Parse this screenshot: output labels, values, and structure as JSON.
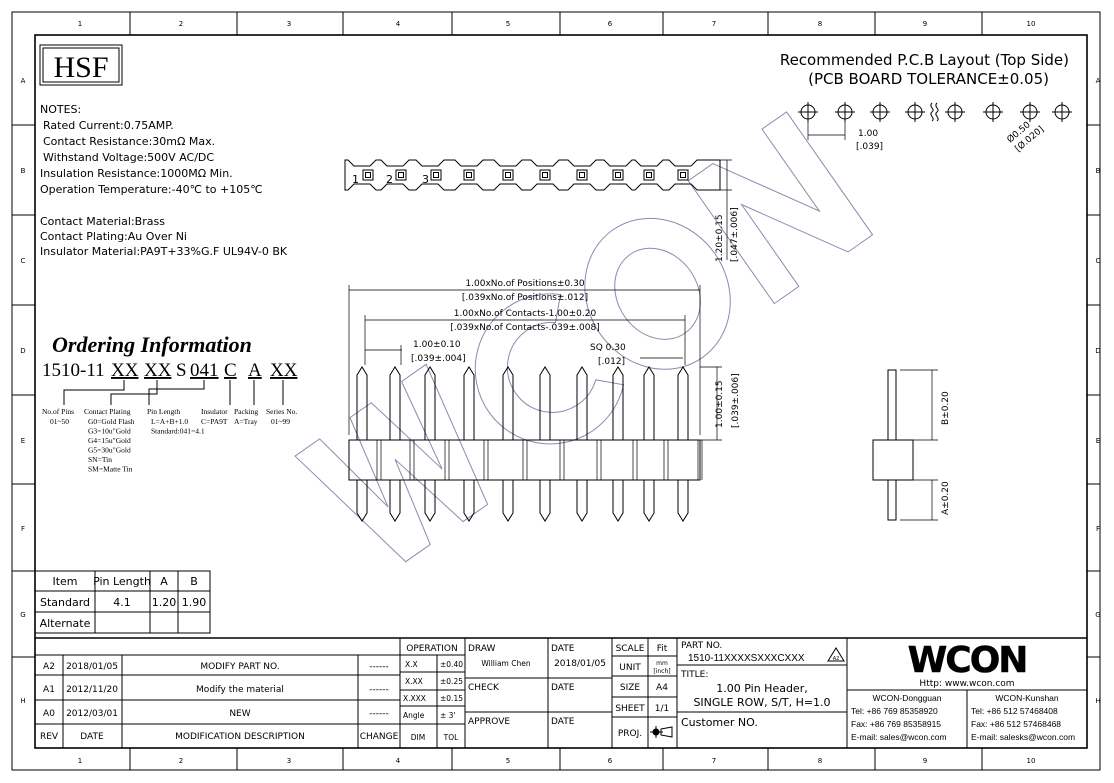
{
  "frame": {
    "columns": [
      "1",
      "2",
      "3",
      "4",
      "5",
      "6",
      "7",
      "8",
      "9",
      "10"
    ],
    "rows": [
      "A",
      "B",
      "C",
      "D",
      "E",
      "F",
      "G",
      "H"
    ]
  },
  "brand_box": "HSF",
  "notes": {
    "heading": "NOTES:",
    "lines": [
      "Rated Current:0.75AMP.",
      "Contact Resistance:30mΩ Max.",
      "Withstand Voltage:500V AC/DC",
      "Insulation Resistance:1000MΩ Min.",
      "Operation Temperature:-40℃ to +105℃"
    ],
    "materials": [
      "Contact Material:Brass",
      "Contact Plating:Au Over Ni",
      "Insulator Material:PA9T+33%G.F UL94V-0 BK"
    ]
  },
  "ordering": {
    "title": "Ordering Information",
    "code": {
      "prefix": "1510-11",
      "p1": "XX",
      "p2": "XX",
      "s": "S",
      "p3": "041",
      "p4": "C",
      "p5": "A",
      "p6": "XX"
    },
    "fields": [
      {
        "name": "No.of Pins",
        "values": [
          "01~50"
        ]
      },
      {
        "name": "Contact Plating",
        "values": [
          "G0=Gold Flash",
          "G3=10u\"Gold",
          "G4=15u\"Gold",
          "G5=30u\"Gold",
          "SN=Tin",
          "SM=Matte Tin"
        ]
      },
      {
        "name": "Pin Length",
        "values": [
          "L=A+B+1.0",
          "Standard:041=4.1"
        ]
      },
      {
        "name": "Insulator",
        "values": [
          "C=PA9T"
        ]
      },
      {
        "name": "Packing",
        "values": [
          "A=Tray"
        ]
      },
      {
        "name": "Series No.",
        "values": [
          "01~99"
        ]
      }
    ]
  },
  "pcb": {
    "title": "Recommended P.C.B Layout (Top Side)",
    "tolerance": "(PCB BOARD TOLERANCE±0.05)",
    "pitch": "1.00",
    "pitch_in": "[.039]",
    "hole": "Ø0.50",
    "hole_in": "[Ø.020]"
  },
  "dims": {
    "overall": "1.00xNo.of Positions±0.30",
    "overall_in": "[.039xNo.of Positions±.012]",
    "contacts": "1.00xNo.of Contacts-1.00±0.20",
    "contacts_in": "[.039xNo.of Contacts-.039±.008]",
    "pitch": "1.00±0.10",
    "pitch_in": "[.039±.004]",
    "sq": "SQ 0.30",
    "sq_in": "[.012]",
    "height": "1.20±0.15",
    "height_in": "[.047±.006]",
    "upper": "1.00±0.15",
    "upper_in": "[.039±.006]",
    "b": "B±0.20",
    "a": "A±0.20",
    "pin_numbers": [
      "1",
      "2",
      "3"
    ]
  },
  "pin_table": {
    "headers": [
      "Item",
      "Pin Length",
      "A",
      "B"
    ],
    "rows": [
      [
        "Standard",
        "4.1",
        "1.20",
        "1.90"
      ],
      [
        "Alternate",
        "",
        "",
        ""
      ]
    ]
  },
  "revisions": {
    "headers": [
      "REV",
      "DATE",
      "MODIFICATION DESCRIPTION",
      "CHANGE"
    ],
    "rows": [
      [
        "A2",
        "2018/01/05",
        "MODIFY PART NO.",
        "------"
      ],
      [
        "A1",
        "2012/11/20",
        "Modify the material",
        "------"
      ],
      [
        "A0",
        "2012/03/01",
        "NEW",
        "------"
      ]
    ]
  },
  "tolerance": {
    "heading": "OPERATION",
    "rows": [
      [
        "X.X",
        "±0.40"
      ],
      [
        "X.XX",
        "±0.25"
      ],
      [
        "X.XXX",
        "±0.15"
      ],
      [
        "Angle",
        "± 3'"
      ]
    ],
    "footer": [
      "DIM",
      "TOL"
    ]
  },
  "signoff": {
    "draw": "DRAW",
    "drawer": "William Chen",
    "date_label": "DATE",
    "draw_date": "2018/01/05",
    "check": "CHECK",
    "approve": "APPROVE"
  },
  "meta": {
    "scale_label": "SCALE",
    "scale": "Fit",
    "unit_label": "UNIT",
    "unit": "mm",
    "unit2": "[inch]",
    "size_label": "SIZE",
    "size": "A4",
    "sheet_label": "SHEET",
    "sheet": "1/1",
    "proj_label": "PROJ."
  },
  "part": {
    "label": "PART NO.",
    "number": "1510-11XXXXSXXXCXXX",
    "rev_mark": "A2",
    "title_label": "TITLE:",
    "title1": "1.00 Pin Header,",
    "title2": "SINGLE ROW, S/T, H=1.0",
    "customer": "Customer NO."
  },
  "company": {
    "logo": "WCON",
    "url": "Http: www.wcon.com",
    "offices": [
      {
        "name": "WCON-Dongguan",
        "tel": "Tel: +86 769 85358920",
        "fax": "Fax: +86 769 85358915",
        "email": "E-mail: sales@wcon.com"
      },
      {
        "name": "WCON-Kunshan",
        "tel": "Tel: +86 512 57468408",
        "fax": "Fax: +86 512 57468468",
        "email": "E-mail: salesks@wcon.com"
      }
    ]
  },
  "watermark": "WCON"
}
